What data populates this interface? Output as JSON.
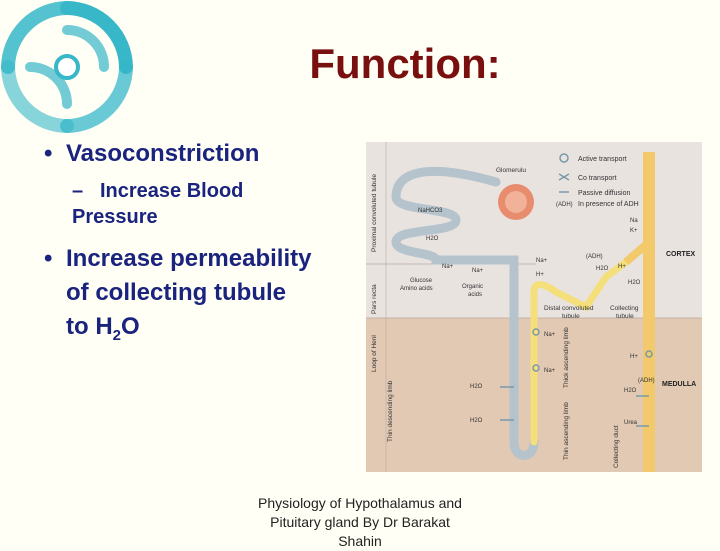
{
  "title": "Function:",
  "bullets": {
    "b1": "Vasoconstriction",
    "b1_sub": "Increase Blood Pressure",
    "b2_line1": "Increase permeability",
    "b2_line2": "of collecting tubule",
    "b2_line3_pre": "to H",
    "b2_line3_sub": "2",
    "b2_line3_post": "O",
    "dot": "•",
    "dash": "–"
  },
  "footer": {
    "line1": "Physiology of Hypothalamus and",
    "line2": "Pituitary gland By Dr Barakat",
    "line3": "Shahin"
  },
  "diagram": {
    "legend": {
      "active": "Active transport",
      "co": "Co transport",
      "passive": "Passive diffusion",
      "adh_tag": "(ADH)",
      "adh": "In presence of ADH"
    },
    "regions": {
      "cortex": "CORTEX",
      "medulla": "MEDULLA"
    },
    "parts": {
      "pct": "Proximal convoluted tubule",
      "glomerulus": "Glomerulu",
      "pars_recta": "Pars recta",
      "loop": "Loop of Henl",
      "thin_desc": "Thin descending limb",
      "thick_asc": "Thick ascending limb",
      "thin_asc": "Thin ascending limb",
      "dct_1": "Distal convoluted",
      "dct_2": "tubule",
      "ct_1": "Collecting",
      "ct_2": "tubule",
      "cd": "Collecting duct"
    },
    "labels": {
      "nahco3": "NaHCO3",
      "h2o": "H2O",
      "na": "Na+",
      "h": "H+",
      "glucose": "Glucose",
      "amino": "Amino acids",
      "organic": "Organic",
      "acids": "acids",
      "k": "K+",
      "na_plain": "Na",
      "urea": "Urea",
      "adh": "(ADH)"
    },
    "colors": {
      "cortex": "#e9e3e0",
      "medulla": "#e2c9b3",
      "tubule": "#f4df7a",
      "duct": "#f2c96b"
    }
  }
}
